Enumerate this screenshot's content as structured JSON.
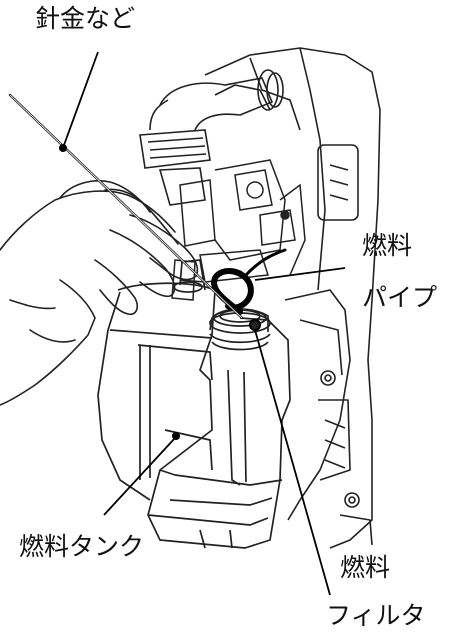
{
  "labels": {
    "wire": "針金など",
    "fuel_pipe_line1": "燃料",
    "fuel_pipe_line2": "パイプ",
    "fuel_tank": "燃料タンク",
    "fuel_filter_line1": "燃料",
    "fuel_filter_line2": "フィルタ"
  },
  "colors": {
    "line": "#222222",
    "background": "#ffffff",
    "highlight_pipe": "#000000"
  }
}
